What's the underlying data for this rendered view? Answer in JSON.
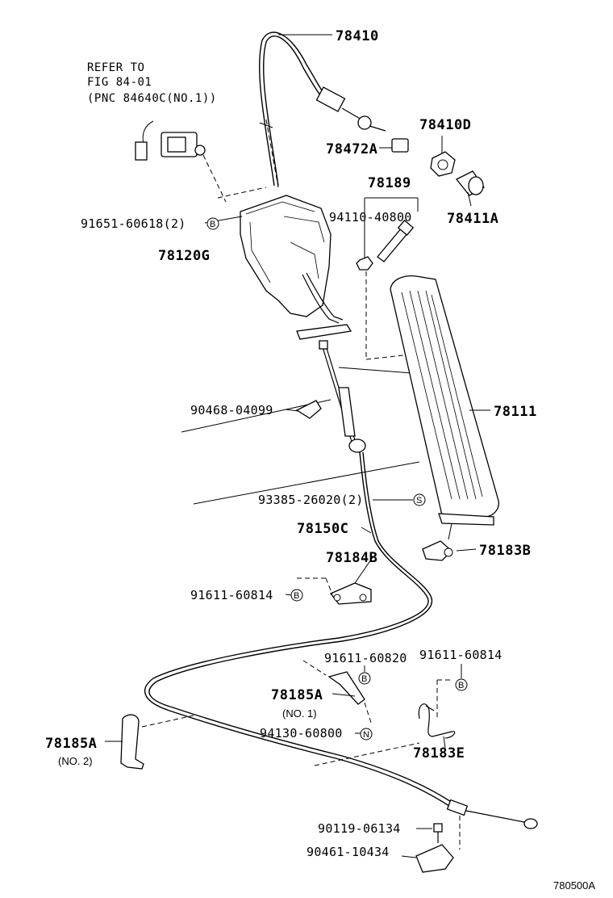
{
  "diagram": {
    "note": {
      "line1": "REFER TO",
      "line2": "FIG 84-01",
      "line3": "(PNC 84640C(NO.1))"
    },
    "labels": {
      "p78410": "78410",
      "p78410D": "78410D",
      "p78472A": "78472A",
      "p78189": "78189",
      "p94110": "94110-40800",
      "p78411A": "78411A",
      "p91651": "91651-60618(2)",
      "p78120G": "78120G",
      "p90468": "90468-04099",
      "p78111": "78111",
      "p93385": "93385-26020(2)",
      "p78150C": "78150C",
      "p78184B": "78184B",
      "p78183B": "78183B",
      "p91611a": "91611-60814",
      "p91611b": "91611-60820",
      "p91611c": "91611-60814",
      "p78185A_1": "78185A",
      "p78185A_1_sub": "(NO. 1)",
      "p94130": "94130-60800",
      "p78185A_2": "78185A",
      "p78185A_2_sub": "(NO. 2)",
      "p78183E": "78183E",
      "p90119": "90119-06134",
      "p90461": "90461-10434"
    },
    "callouts": {
      "b1": "B",
      "b2": "B",
      "b3": "B",
      "b4": "B",
      "s1": "S",
      "n1": "N"
    },
    "figure_id": "780500A"
  }
}
